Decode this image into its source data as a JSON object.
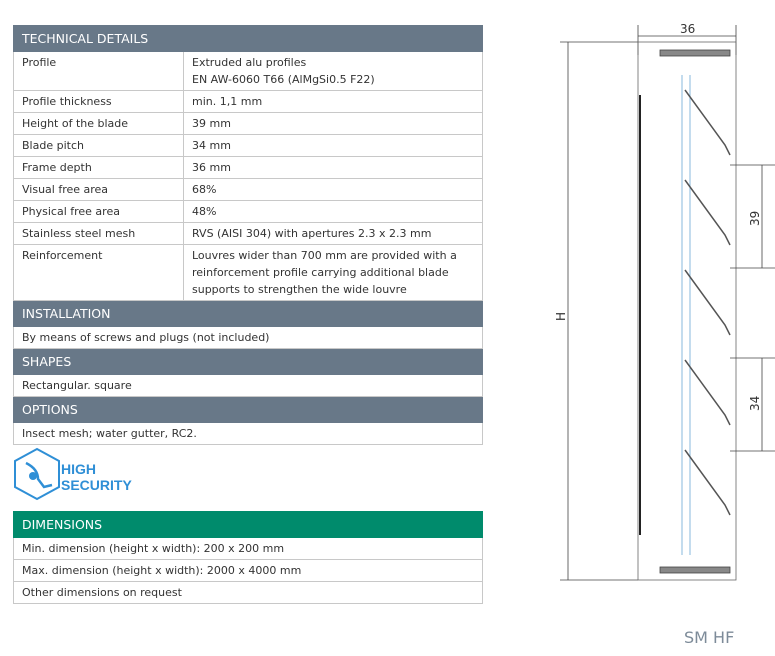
{
  "technical": {
    "title": "TECHNICAL DETAILS",
    "rows": [
      {
        "k": "Profile",
        "v1": "Extruded alu profiles",
        "v2": "EN AW-6060 T66 (AlMgSi0.5 F22)"
      },
      {
        "k": "Profile thickness",
        "v": "min. 1,1 mm"
      },
      {
        "k": "Height of the blade",
        "v": "39 mm"
      },
      {
        "k": "Blade pitch",
        "v": "34 mm"
      },
      {
        "k": "Frame depth",
        "v": "36 mm"
      },
      {
        "k": "Visual free area",
        "v": "68%"
      },
      {
        "k": "Physical free area",
        "v": "48%"
      },
      {
        "k": "Stainless steel mesh",
        "v": "RVS (AISI 304) with apertures 2.3 x 2.3 mm"
      },
      {
        "k": "Reinforcement",
        "v1": "Louvres wider than 700 mm are provided with a",
        "v2": "reinforcement profile carrying additional blade",
        "v3": "supports to strengthen the wide louvre"
      }
    ]
  },
  "installation": {
    "title": "INSTALLATION",
    "text": "By means of screws and plugs (not included)"
  },
  "shapes": {
    "title": "SHAPES",
    "text": "Rectangular. square"
  },
  "options": {
    "title": "OPTIONS",
    "text": "Insect mesh; water gutter, RC2."
  },
  "badge": {
    "line1": "HIGH",
    "line2": "SECURITY",
    "color": "#2f8fd6"
  },
  "dimensions": {
    "title": "DIMENSIONS",
    "rows": [
      "Min. dimension (height x width): 200 x 200 mm",
      "Max. dimension (height x width): 2000 x 4000 mm",
      "Other dimensions on request"
    ]
  },
  "drawing": {
    "depth": "36",
    "blade_height": "39",
    "pitch": "34",
    "height_label": "H"
  },
  "product_code": "SM HF"
}
